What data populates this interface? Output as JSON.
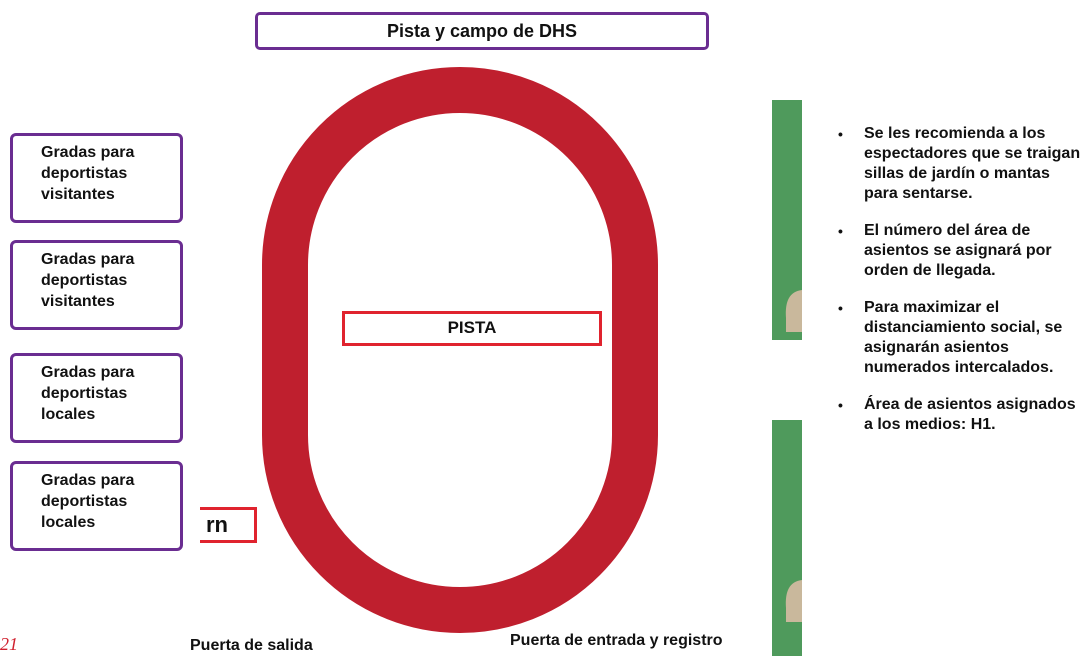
{
  "title": "Pista y campo de DHS",
  "stands": [
    {
      "lines": [
        "Gradas para",
        "deportistas",
        "visitantes"
      ]
    },
    {
      "lines": [
        "Gradas para",
        "deportistas",
        "visitantes"
      ]
    },
    {
      "lines": [
        "Gradas para",
        "deportistas",
        "locales"
      ]
    },
    {
      "lines": [
        "Gradas para",
        "deportistas",
        "locales"
      ]
    }
  ],
  "track": {
    "label": "PISTA",
    "color": "#bf1f2e"
  },
  "partial_label": "rn",
  "corner_text": "21",
  "gates": {
    "exit": "Puerta de salida",
    "entrance": "Puerta de entrada y registro"
  },
  "notes": [
    "Se les recomienda a los espectadores que se traigan sillas de jardín o mantas para sentarse.",
    "El número del área de asientos se asignará por orden de llegada.",
    "Para maximizar el distanciamiento social, se asignarán asientos numerados intercalados.",
    "Área de asientos asignados a los medios: H1."
  ],
  "colors": {
    "border_purple": "#6a2d91",
    "label_red": "#e0232e",
    "field_green": "#4f9a5c",
    "sand": "#c9b89c"
  }
}
